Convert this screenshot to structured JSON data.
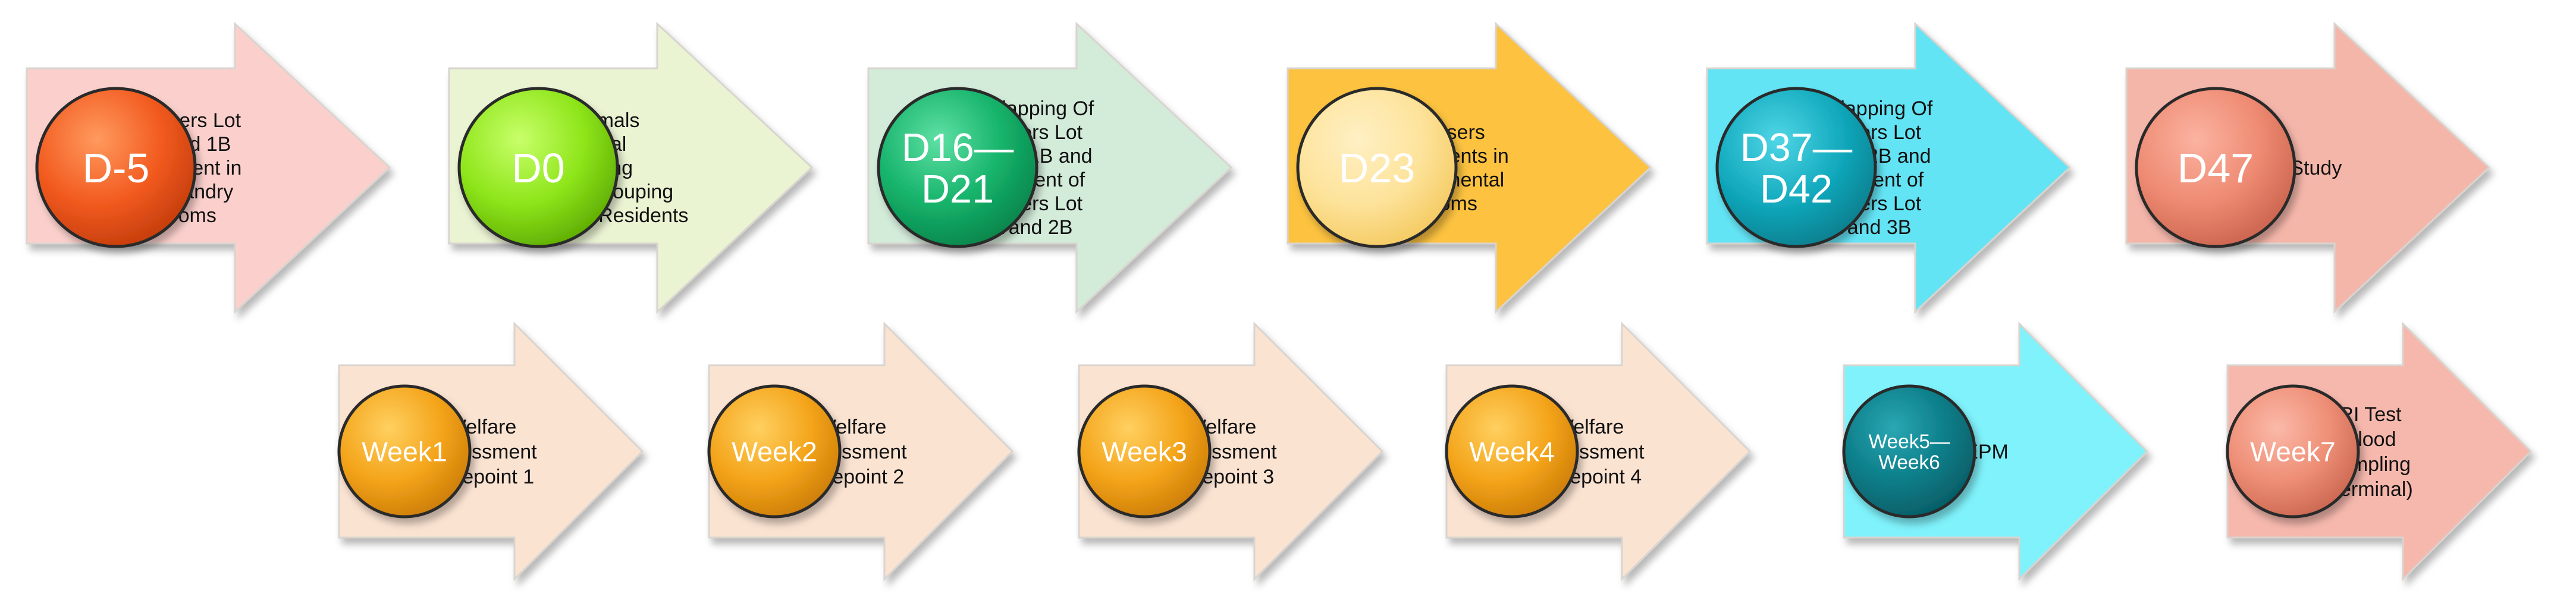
{
  "top_row": [
    {
      "badge": [
        "D-5"
      ],
      "text": [
        "Diffusers Lot",
        "1A and 1B",
        "placement in",
        "Husbandry",
        "Rooms"
      ],
      "bullets": false,
      "colors": {
        "arrow": "#fbd0cc",
        "badge_light": "#ff9a5e",
        "badge": "#f25a1f",
        "badge_dark": "#c03a0a"
      }
    },
    {
      "badge": [
        "D0"
      ],
      "text": [
        "Animals",
        "Arrival",
        "Caging",
        "Regrouping",
        "for Residents"
      ],
      "bullets": true,
      "bullet_lines": [
        0,
        2,
        3
      ],
      "colors": {
        "arrow": "#eaf4d3",
        "badge_light": "#c8ff6a",
        "badge": "#8ee51a",
        "badge_dark": "#5aa800"
      }
    },
    {
      "badge": [
        "D16—",
        "D21"
      ],
      "text": [
        "Overlapping Of",
        "Diffusers Lot",
        "1A and 1B and",
        "Placement of",
        "Diffusers  Lot",
        "2A and 2B"
      ],
      "bullets": false,
      "colors": {
        "arrow": "#d3ebd9",
        "badge_light": "#5fe0a4",
        "badge": "#14b26a",
        "badge_dark": "#0a8048"
      }
    },
    {
      "badge": [
        "D23"
      ],
      "text": [
        "Diffusers",
        "Placements in",
        "Experimental",
        "Rooms"
      ],
      "bullets": false,
      "colors": {
        "arrow": "#fcc23f",
        "badge_light": "#fff0c4",
        "badge": "#fde39b",
        "badge_dark": "#f4c85c"
      }
    },
    {
      "badge": [
        "D37—",
        "D42"
      ],
      "text": [
        "Overlapping Of",
        "Diffusers Lot",
        "2A and 2B and",
        "Placement of",
        "Diffusers Lot",
        "3A and 3B"
      ],
      "bullets": false,
      "colors": {
        "arrow": "#63e4f5",
        "badge_light": "#4fd6e6",
        "badge": "#12a9bd",
        "badge_dark": "#067b8a"
      }
    },
    {
      "badge": [
        "D47"
      ],
      "text": [
        "End of Study"
      ],
      "bullets": false,
      "colors": {
        "arrow": "#f5b6aa",
        "badge_light": "#fbb3a1",
        "badge": "#ee8a72",
        "badge_dark": "#c8614b"
      }
    }
  ],
  "bottom_row": [
    {
      "badge": [
        "Week1"
      ],
      "text": [
        "Welfare",
        "Assessment",
        "Timepoint 1"
      ],
      "colors": {
        "arrow": "#fbe3d2",
        "badge_light": "#ffd060",
        "badge": "#f4a41a",
        "badge_dark": "#c97a04"
      }
    },
    {
      "badge": [
        "Week2"
      ],
      "text": [
        "Welfare",
        "Assessment",
        "Timepoint 2"
      ],
      "colors": {
        "arrow": "#fbe3d2",
        "badge_light": "#ffd060",
        "badge": "#f4a41a",
        "badge_dark": "#c97a04"
      }
    },
    {
      "badge": [
        "Week3"
      ],
      "text": [
        "Welfare",
        "Assessment",
        "Timepoint 3"
      ],
      "colors": {
        "arrow": "#fbe3d2",
        "badge_light": "#ffd060",
        "badge": "#f4a41a",
        "badge_dark": "#c97a04"
      }
    },
    {
      "badge": [
        "Week4"
      ],
      "text": [
        "Welfare",
        "Assessment",
        "Timepoint 4"
      ],
      "colors": {
        "arrow": "#fbe3d2",
        "badge_light": "#ffd060",
        "badge": "#f4a41a",
        "badge_dark": "#c97a04"
      }
    },
    {
      "badge": [
        "Week5—",
        "Week6"
      ],
      "text": [
        "EPM"
      ],
      "colors": {
        "arrow": "#7ff2fb",
        "badge_light": "#2aa7b3",
        "badge": "#0b7d88",
        "badge_dark": "#055a63"
      }
    },
    {
      "badge": [
        "Week7"
      ],
      "text": [
        "RI Test",
        "Blood",
        "sampling",
        "(terminal)"
      ],
      "colors": {
        "arrow": "#f6b8ad",
        "badge_light": "#fbb9a8",
        "badge": "#ee8e76",
        "badge_dark": "#c8644e"
      }
    }
  ]
}
